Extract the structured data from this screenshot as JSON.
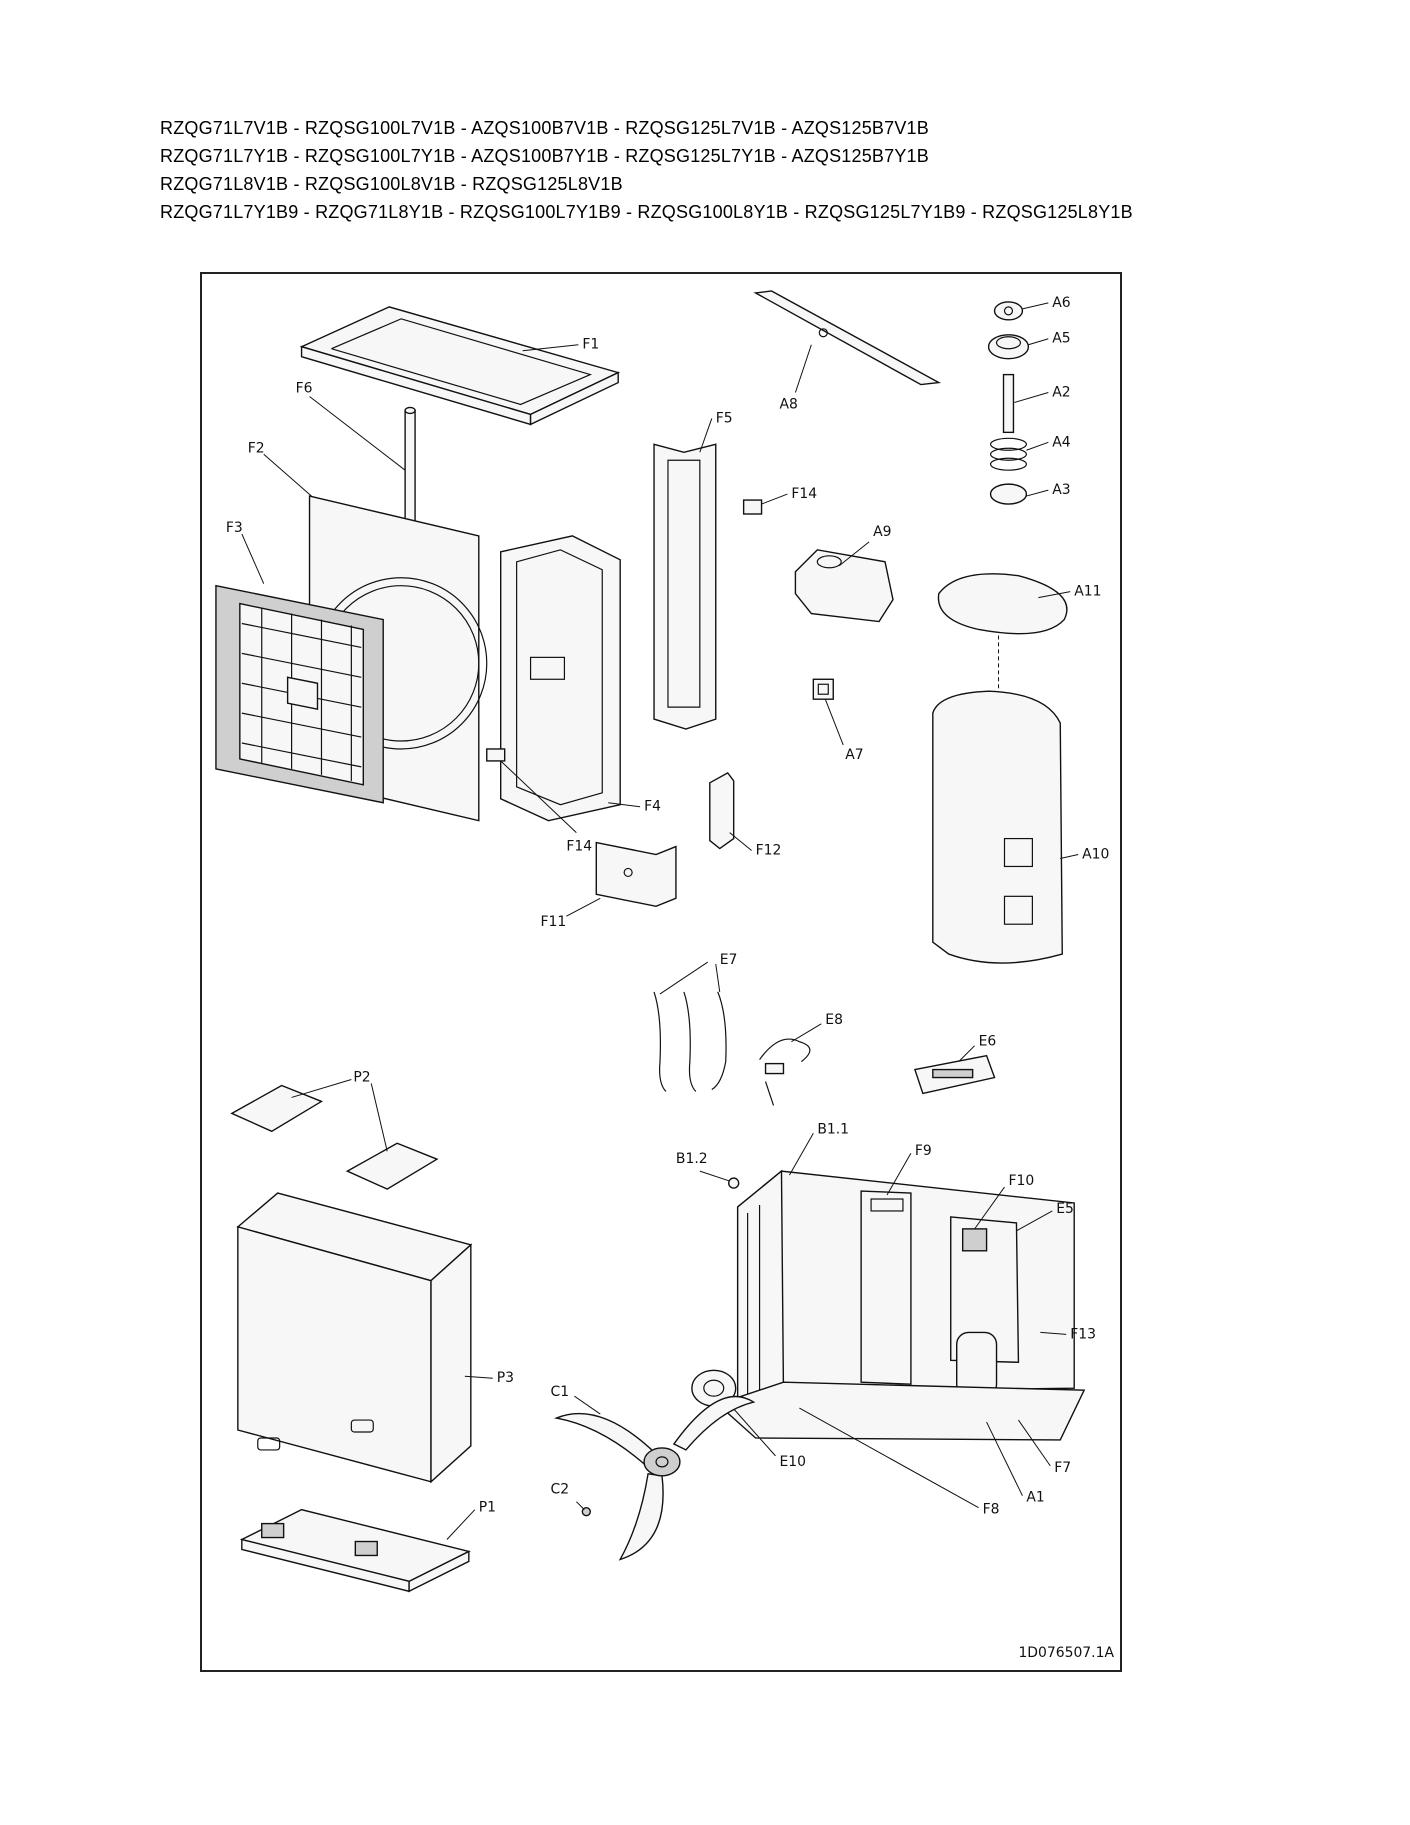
{
  "header": {
    "lines": [
      "RZQG71L7V1B - RZQSG100L7V1B - AZQS100B7V1B - RZQSG125L7V1B - AZQS125B7V1B",
      "RZQG71L7Y1B - RZQSG100L7Y1B - AZQS100B7Y1B - RZQSG125L7Y1B - AZQS125B7Y1B",
      "RZQG71L8V1B - RZQSG100L8V1B - RZQSG125L8V1B",
      "RZQG71L7Y1B9 - RZQG71L8Y1B - RZQSG100L7Y1B9 - RZQSG100L8Y1B - RZQSG125L7Y1B9 - RZQSG125L8Y1B"
    ]
  },
  "diagram": {
    "callouts": {
      "F1": "F1",
      "F2": "F2",
      "F3": "F3",
      "F4": "F4",
      "F5": "F5",
      "F6": "F6",
      "F7": "F7",
      "F8": "F8",
      "F9": "F9",
      "F10": "F10",
      "F11": "F11",
      "F12": "F12",
      "F13": "F13",
      "F14a": "F14",
      "F14b": "F14",
      "A1": "A1",
      "A2": "A2",
      "A3": "A3",
      "A4": "A4",
      "A5": "A5",
      "A6": "A6",
      "A7": "A7",
      "A8": "A8",
      "A9": "A9",
      "A10": "A10",
      "A11": "A11",
      "E5": "E5",
      "E6": "E6",
      "E7": "E7",
      "E8": "E8",
      "E10": "E10",
      "B11": "B1.1",
      "B12": "B1.2",
      "C1": "C1",
      "C2": "C2",
      "P1": "P1",
      "P2": "P2",
      "P3": "P3"
    },
    "drawing_id": "1D076507.1A"
  }
}
